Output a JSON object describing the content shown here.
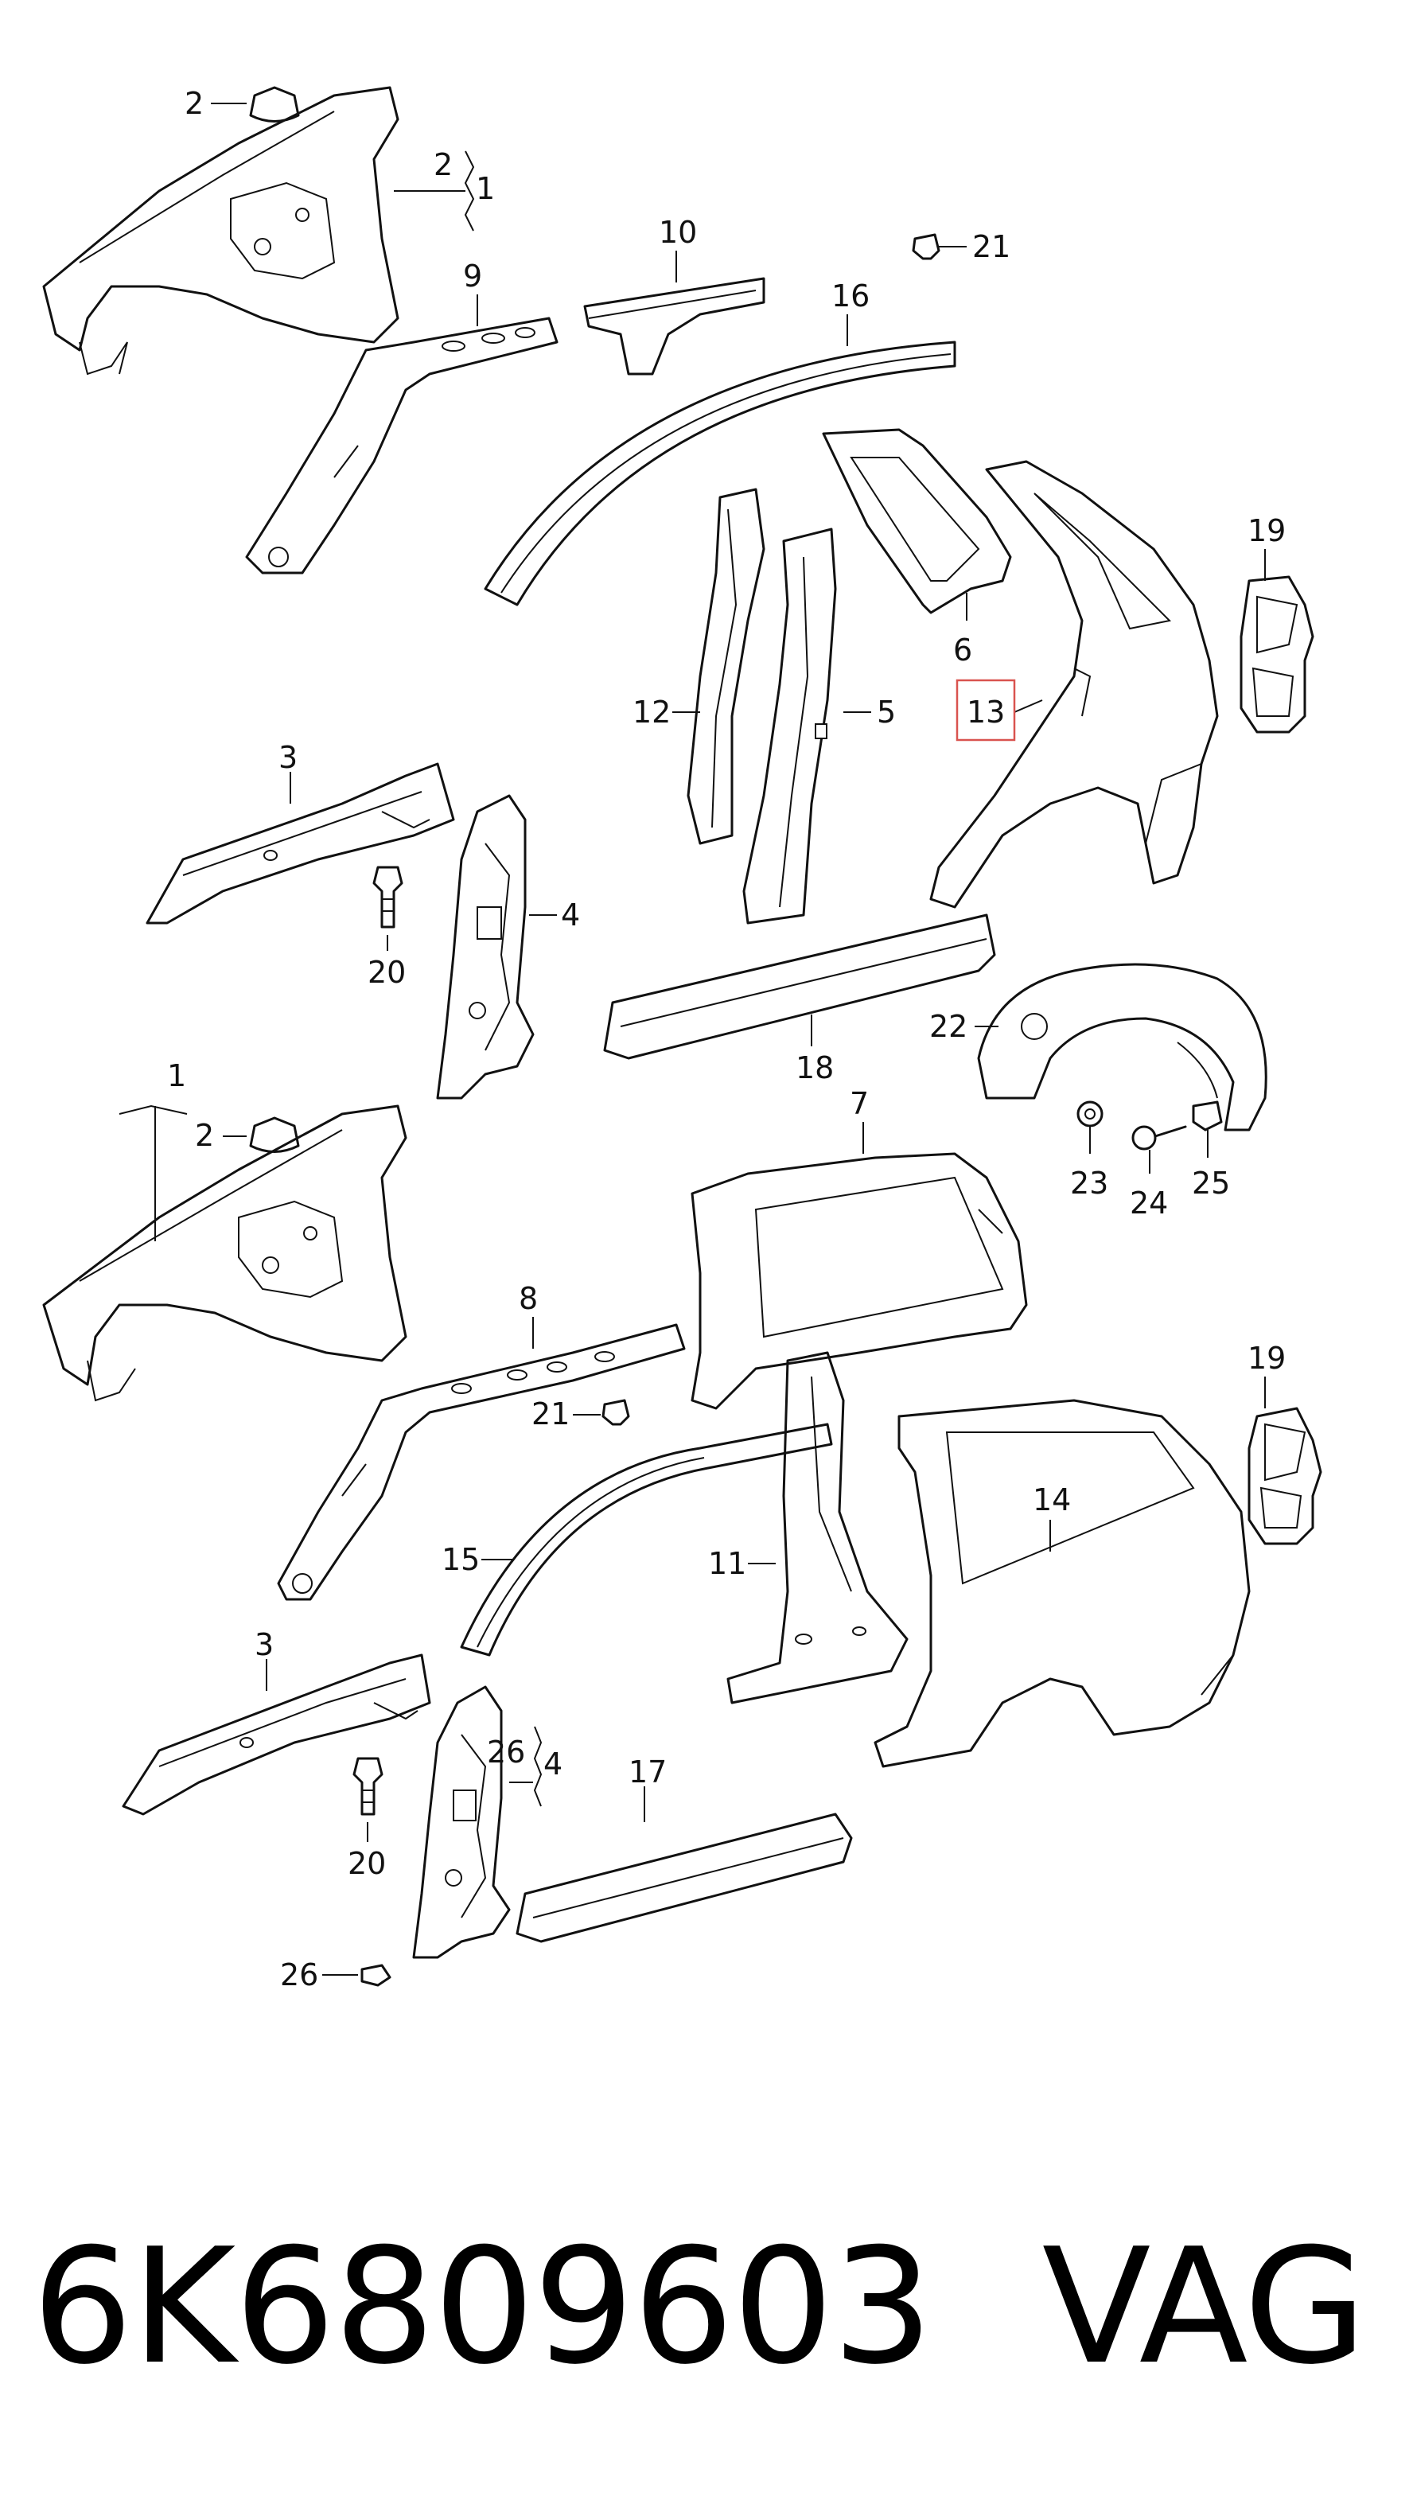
{
  "diagram": {
    "callouts": [
      "1",
      "2",
      "3",
      "4",
      "5",
      "6",
      "7",
      "8",
      "9",
      "10",
      "11",
      "12",
      "13",
      "14",
      "15",
      "16",
      "17",
      "18",
      "19",
      "20",
      "21",
      "22",
      "23",
      "24",
      "25",
      "26"
    ],
    "highlighted_callout": "13"
  },
  "footer": {
    "part_number": "6K6809603",
    "brand": "VAG"
  }
}
